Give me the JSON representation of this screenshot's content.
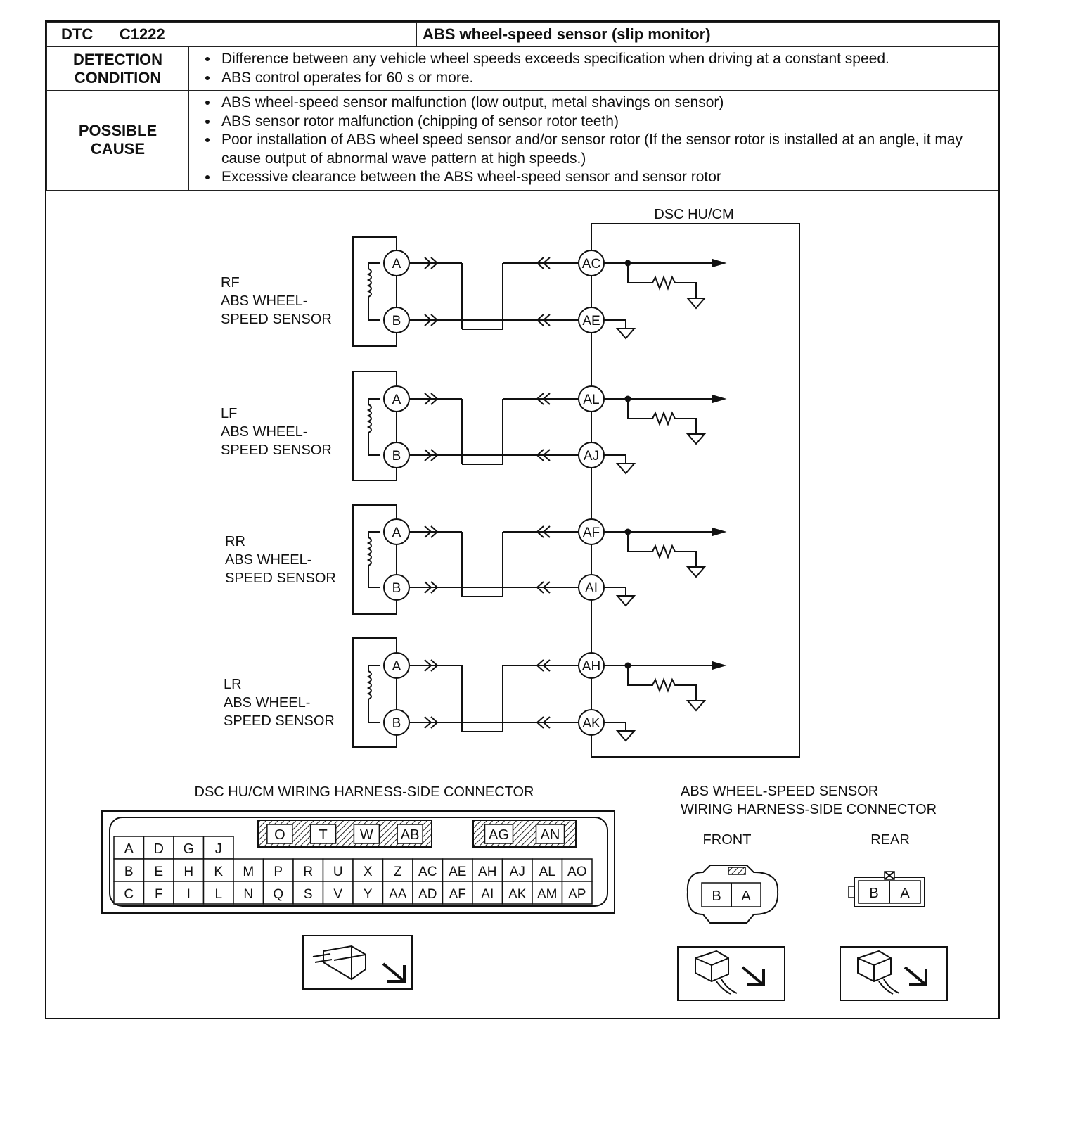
{
  "dtc": {
    "label": "DTC",
    "code": "C1222",
    "title": "ABS wheel-speed sensor (slip monitor)"
  },
  "detection": {
    "heading": [
      "DETECTION",
      "CONDITION"
    ],
    "items": [
      "Difference between any vehicle wheel speeds exceeds specification when driving at a constant speed.",
      "ABS control operates for 60 s or more."
    ]
  },
  "cause": {
    "heading": [
      "POSSIBLE",
      "CAUSE"
    ],
    "items": [
      "ABS wheel-speed sensor malfunction (low output, metal shavings on sensor)",
      "ABS sensor rotor malfunction (chipping of sensor rotor teeth)",
      "Poor installation of ABS wheel speed sensor and/or sensor rotor (If the sensor rotor is installed at an angle, it may cause output of abnormal wave pattern at high speeds.)",
      "Excessive clearance between the ABS wheel-speed sensor and sensor rotor"
    ]
  },
  "schematic": {
    "module_label": "DSC HU/CM",
    "sensors": [
      {
        "name": "RF",
        "lines": [
          "ABS WHEEL-",
          "SPEED SENSOR"
        ],
        "pin_a": "A",
        "pin_b": "B",
        "term_sig": "AC",
        "term_gnd": "AE"
      },
      {
        "name": "LF",
        "lines": [
          "ABS WHEEL-",
          "SPEED SENSOR"
        ],
        "pin_a": "A",
        "pin_b": "B",
        "term_sig": "AL",
        "term_gnd": "AJ"
      },
      {
        "name": "RR",
        "lines": [
          "ABS WHEEL-",
          "SPEED SENSOR"
        ],
        "pin_a": "A",
        "pin_b": "B",
        "term_sig": "AF",
        "term_gnd": "AI"
      },
      {
        "name": "LR",
        "lines": [
          "ABS WHEEL-",
          "SPEED SENSOR"
        ],
        "pin_a": "A",
        "pin_b": "B",
        "term_sig": "AH",
        "term_gnd": "AK"
      }
    ]
  },
  "dsc_connector": {
    "title": "DSC HU/CM WIRING HARNESS-SIDE CONNECTOR",
    "top_left": [
      "A",
      "D",
      "G",
      "J"
    ],
    "top_mid": [
      "O",
      "T",
      "W",
      "AB"
    ],
    "top_right": [
      "AG",
      "AN"
    ],
    "row2": [
      "B",
      "E",
      "H",
      "K",
      "M",
      "P",
      "R",
      "U",
      "X",
      "Z",
      "AC",
      "AE",
      "AH",
      "AJ",
      "AL",
      "AO"
    ],
    "row3": [
      "C",
      "F",
      "I",
      "L",
      "N",
      "Q",
      "S",
      "V",
      "Y",
      "AA",
      "AD",
      "AF",
      "AI",
      "AK",
      "AM",
      "AP"
    ]
  },
  "sensor_connector": {
    "title": [
      "ABS WHEEL-SPEED SENSOR",
      "WIRING HARNESS-SIDE CONNECTOR"
    ],
    "front_label": "FRONT",
    "rear_label": "REAR",
    "pins": [
      "B",
      "A"
    ]
  }
}
